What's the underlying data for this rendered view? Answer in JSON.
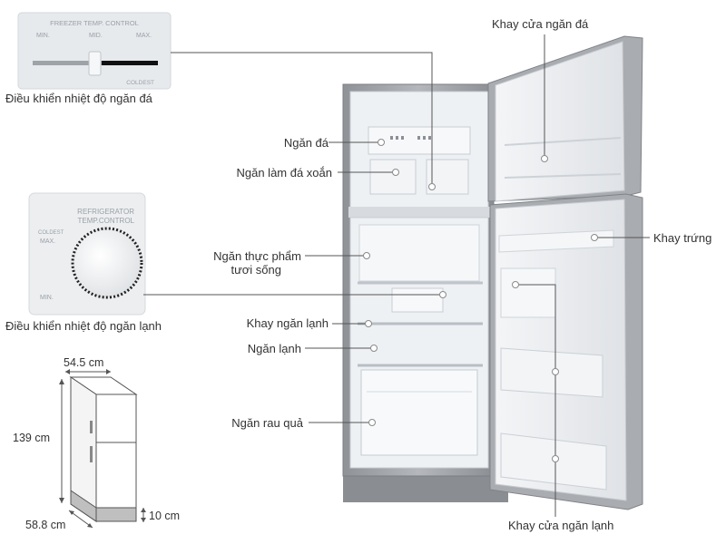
{
  "labels": {
    "freezer_control": "Điều khiển nhiệt độ ngăn đá",
    "fridge_control": "Điều khiển nhiệt độ ngăn lạnh",
    "freezer_door_tray": "Khay cửa ngăn đá",
    "freezer": "Ngăn đá",
    "twist_ice_maker": "Ngăn làm đá xoắn",
    "fresh_food_line1": "Ngăn thực phẩm",
    "fresh_food_line2": "tươi sống",
    "chiller_tray": "Khay ngăn lạnh",
    "fridge": "Ngăn lạnh",
    "vegetable": "Ngăn rau quả",
    "egg_tray": "Khay trứng",
    "fridge_door_tray": "Khay cửa ngăn lạnh"
  },
  "freezer_panel": {
    "title": "FREEZER TEMP. CONTROL",
    "min": "MIN.",
    "mid": "MID.",
    "max": "MAX.",
    "coldest": "COLDEST"
  },
  "fridge_panel": {
    "line1": "REFRIGERATOR",
    "line2": "TEMP.CONTROL",
    "coldest": "COLDEST",
    "max": "MAX.",
    "min": "MIN."
  },
  "dimensions": {
    "width": "54.5 cm",
    "height": "139 cm",
    "depth": "58.8 cm",
    "base": "10 cm"
  },
  "colors": {
    "body_silver": "#a7aaae",
    "interior": "#eef1f4",
    "leader": "#555555",
    "text": "#333333"
  }
}
